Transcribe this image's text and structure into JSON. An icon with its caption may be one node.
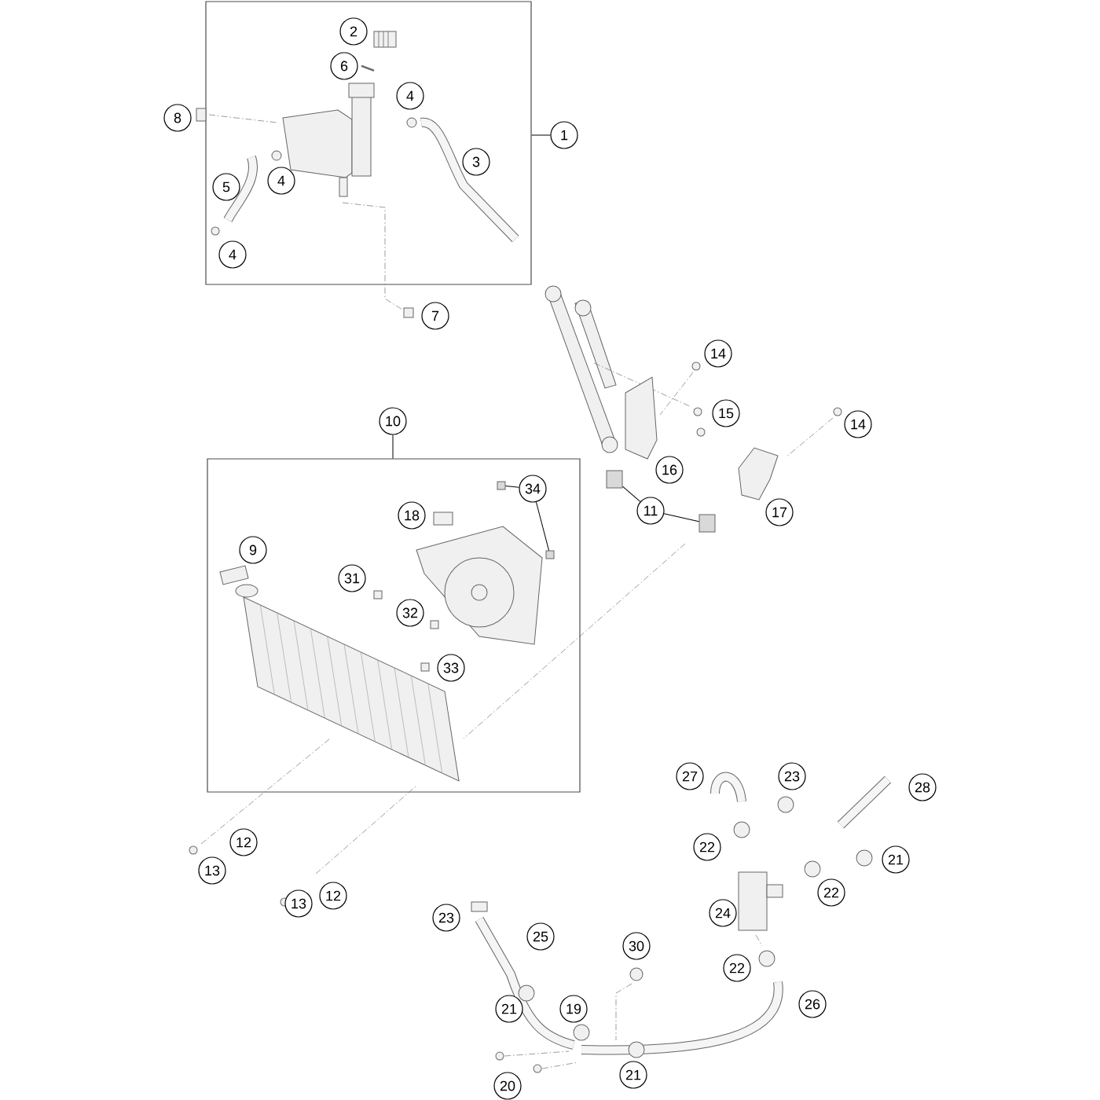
{
  "diagram": {
    "nodes": [
      {
        "text": [],
        "shape": "box"
      },
      {
        "text": [
          "2"
        ],
        "in": 0
      },
      {
        "text": [
          "6"
        ],
        "in": 0
      },
      {
        "text": [
          "8"
        ]
      },
      {
        "text": [
          "4"
        ],
        "in": 0
      },
      {
        "text": [
          "1"
        ]
      },
      {
        "text": [
          "3"
        ],
        "in": 0
      },
      {
        "text": [
          "4"
        ],
        "in": 0
      },
      {
        "text": [
          "5"
        ],
        "in": 0
      },
      {
        "text": [
          "4"
        ],
        "in": 0
      },
      {
        "text": [
          "7"
        ]
      },
      {
        "text": [
          "14"
        ]
      },
      {
        "text": [
          "15"
        ]
      },
      {
        "text": [
          "10"
        ]
      },
      {
        "text": [
          "14"
        ]
      },
      {
        "text": [],
        "shape": "box"
      },
      {
        "text": [
          "16"
        ]
      },
      {
        "text": [
          "34"
        ],
        "in": 15
      },
      {
        "text": [],
        "shape": "box",
        "in": 15
      },
      {
        "text": [
          "11"
        ]
      },
      {
        "text": [],
        "shape": "box"
      },
      {
        "text": [],
        "shape": "box"
      },
      {
        "text": [
          "17"
        ]
      },
      {
        "text": [
          "18"
        ],
        "in": 15
      },
      {
        "text": [
          "9"
        ],
        "in": 15
      },
      {
        "text": [],
        "shape": "box",
        "in": 15
      },
      {
        "text": [
          "31"
        ],
        "in": 15
      },
      {
        "text": [
          "32"
        ],
        "in": 15
      },
      {
        "text": [
          "33"
        ],
        "in": 15
      },
      {
        "text": [
          "12"
        ]
      },
      {
        "text": [
          "13"
        ]
      },
      {
        "text": [
          "12"
        ]
      },
      {
        "text": [
          "13"
        ]
      },
      {
        "text": [
          "27"
        ]
      },
      {
        "text": [
          "23"
        ]
      },
      {
        "text": [
          "28"
        ]
      },
      {
        "text": [
          "22"
        ]
      },
      {
        "text": [
          "21"
        ]
      },
      {
        "text": [
          "22"
        ]
      },
      {
        "text": [
          "24"
        ]
      },
      {
        "text": [
          "23"
        ]
      },
      {
        "text": [
          "25"
        ]
      },
      {
        "text": [
          "30"
        ]
      },
      {
        "text": [
          "22"
        ]
      },
      {
        "text": [
          "26"
        ]
      },
      {
        "text": [
          "21"
        ]
      },
      {
        "text": [
          "19"
        ]
      },
      {
        "text": [
          "21"
        ]
      },
      {
        "text": [
          "20"
        ]
      }
    ],
    "edges": [
      {
        "from": 5,
        "to": 0,
        "arrow": "none"
      },
      {
        "from": 13,
        "to": 15,
        "arrow": "none"
      },
      {
        "from": 19,
        "to": 20,
        "arrow": "none"
      },
      {
        "from": 19,
        "to": 21,
        "arrow": "none"
      },
      {
        "from": 17,
        "to": 18,
        "arrow": "none"
      },
      {
        "from": 17,
        "to": 25,
        "arrow": "none"
      }
    ]
  }
}
